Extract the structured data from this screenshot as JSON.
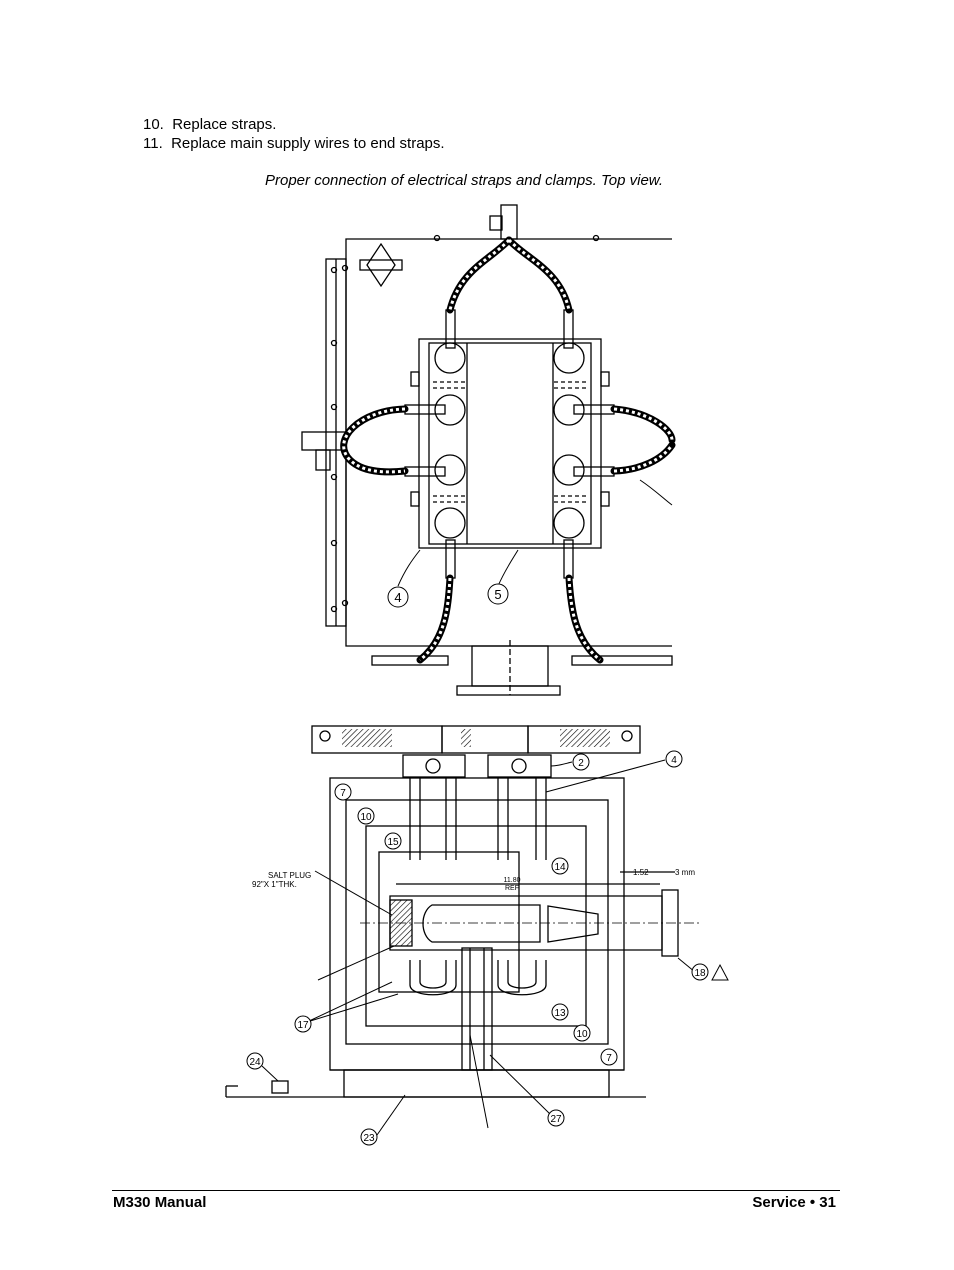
{
  "steps": [
    {
      "num": "10.",
      "text": "Replace straps."
    },
    {
      "num": "11.",
      "text": "Replace main supply wires to end straps."
    }
  ],
  "caption": "Proper connection of electrical straps and clamps.  Top view.",
  "top_view": {
    "callouts": [
      "4",
      "5"
    ]
  },
  "section_view": {
    "callouts": [
      "2",
      "4",
      "7",
      "10",
      "15",
      "14",
      "18",
      "17",
      "13",
      "10",
      "7",
      "24",
      "23",
      "27"
    ],
    "salt_plug_line1": "SALT PLUG",
    "salt_plug_line2": "92\"X 1\"THK.",
    "ref_line1": "11.80",
    "ref_line2": "REF",
    "dim_left": "1.52",
    "dim_right": "3 mm"
  },
  "footer": {
    "left": "M330 Manual",
    "right": "Service  •  31"
  }
}
